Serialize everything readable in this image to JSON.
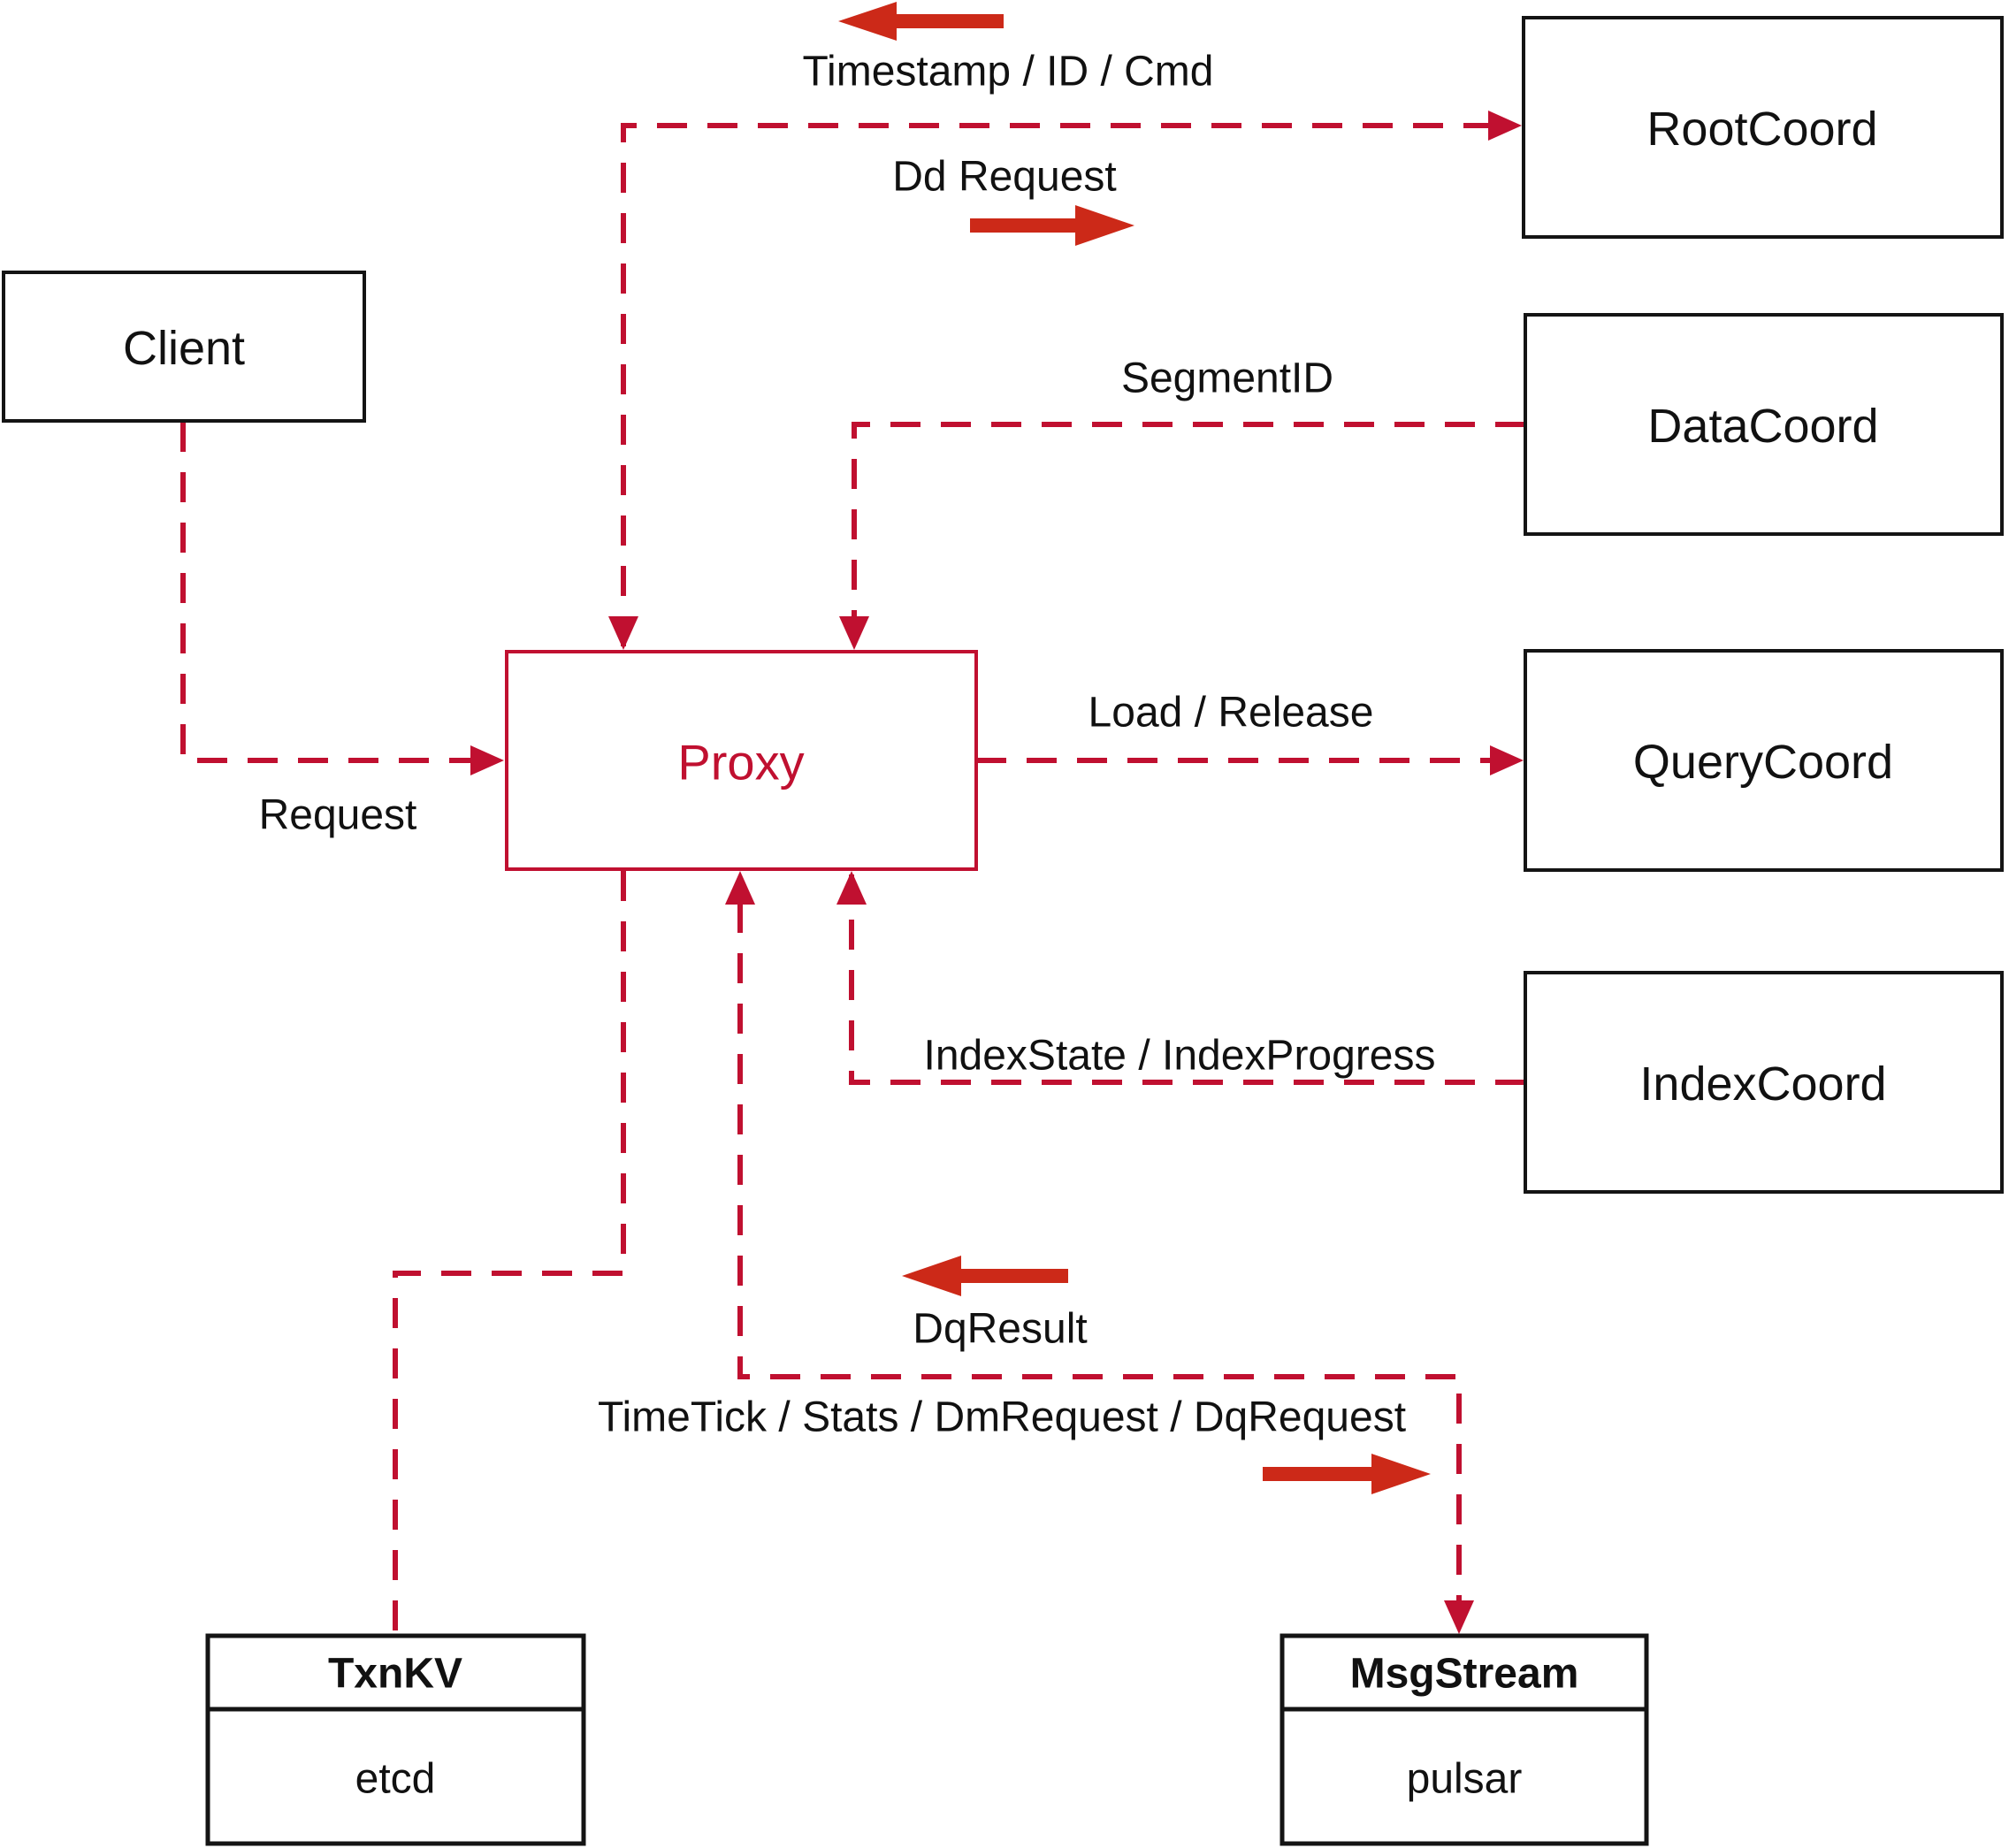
{
  "diagram": {
    "nodes": {
      "client": {
        "label": "Client"
      },
      "proxy": {
        "label": "Proxy"
      },
      "root_coord": {
        "label": "RootCoord"
      },
      "data_coord": {
        "label": "DataCoord"
      },
      "query_coord": {
        "label": "QueryCoord"
      },
      "index_coord": {
        "label": "IndexCoord"
      },
      "txn_kv": {
        "title": "TxnKV",
        "impl": "etcd"
      },
      "msg_stream": {
        "title": "MsgStream",
        "impl": "pulsar"
      }
    },
    "edges": {
      "request": "Request",
      "timestamp_id_cmd": "Timestamp / ID / Cmd",
      "dd_request": "Dd Request",
      "segment_id": "SegmentID",
      "load_release": "Load / Release",
      "index_state_progress": "IndexState / IndexProgress",
      "dq_result": "DqResult",
      "timetick_stats": "TimeTick / Stats / DmRequest / DqRequest"
    },
    "colors": {
      "connector_red": "#c01030",
      "solid_arrow_red": "#cc2918",
      "box_black": "#141414",
      "text_black": "#111111"
    }
  }
}
